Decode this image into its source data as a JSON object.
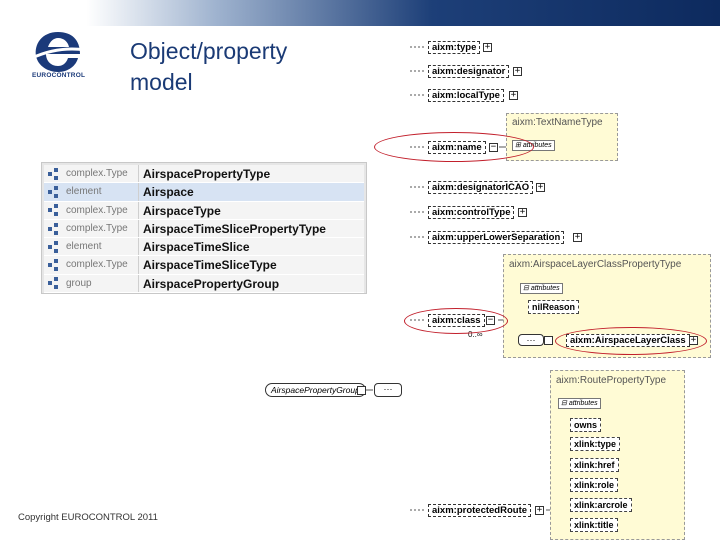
{
  "header": {
    "title_line1": "Object/property",
    "title_line2": "model",
    "logo_text": "EUROCONTROL",
    "copyright": "Copyright EUROCONTROL 2011"
  },
  "types_table": {
    "rows": [
      {
        "kind": "complex.Type",
        "name": "AirspacePropertyType"
      },
      {
        "kind": "element",
        "name": "Airspace"
      },
      {
        "kind": "complex.Type",
        "name": "AirspaceType"
      },
      {
        "kind": "complex.Type",
        "name": "AirspaceTimeSlicePropertyType"
      },
      {
        "kind": "element",
        "name": "AirspaceTimeSlice"
      },
      {
        "kind": "complex.Type",
        "name": "AirspaceTimeSliceType"
      },
      {
        "kind": "group",
        "name": "AirspacePropertyGroup"
      }
    ]
  },
  "schema": {
    "elements": {
      "type": "aixm:type",
      "designator": "aixm:designator",
      "local_type": "aixm:localType",
      "name": "aixm:name",
      "designator_icao": "aixm:designatorICAO",
      "control_type": "aixm:controlType",
      "upper_lower_separation": "aixm:upperLowerSeparation",
      "class": "aixm:class",
      "protected_route": "aixm:protectedRoute"
    },
    "text_name_panel": {
      "title": "aixm:TextNameType",
      "attributes": "attributes"
    },
    "layer_class_panel": {
      "title": "aixm:AirspaceLayerClassPropertyType",
      "attributes": "attributes",
      "nil_reason": "nilReason",
      "layer_class": "aixm:AirspaceLayerClass",
      "multiplicity": "0..∞"
    },
    "route_panel": {
      "title": "aixm:RoutePropertyType",
      "attributes": "attributes",
      "items": [
        "owns",
        "xlink:type",
        "xlink:href",
        "xlink:role",
        "xlink:arcrole",
        "xlink:title"
      ]
    },
    "group_ref": "AirspacePropertyGroup",
    "seq_symbol": "···"
  }
}
